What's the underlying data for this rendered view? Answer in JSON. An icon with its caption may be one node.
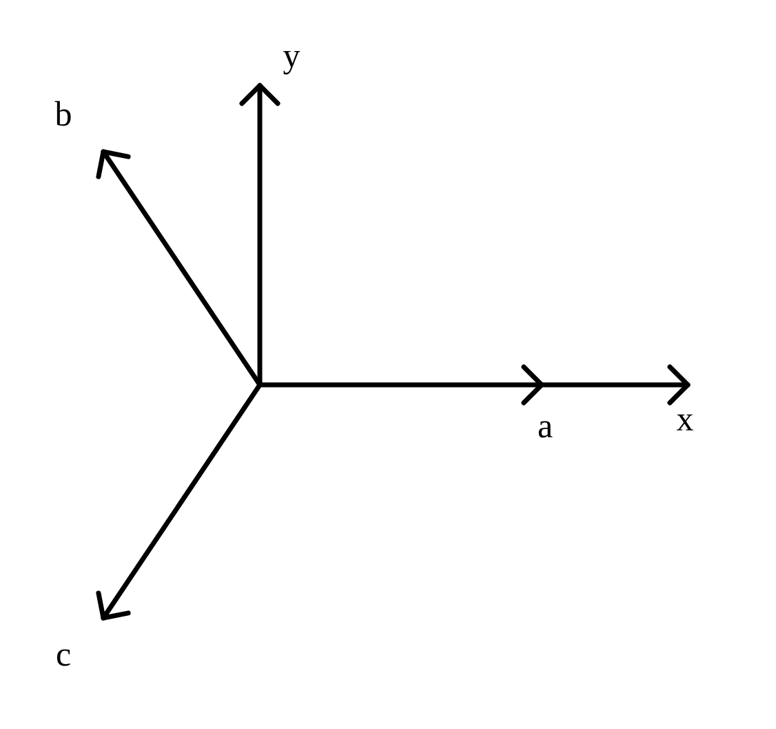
{
  "diagram": {
    "labels": [
      "y",
      "b",
      "a",
      "x",
      "c"
    ]
  }
}
